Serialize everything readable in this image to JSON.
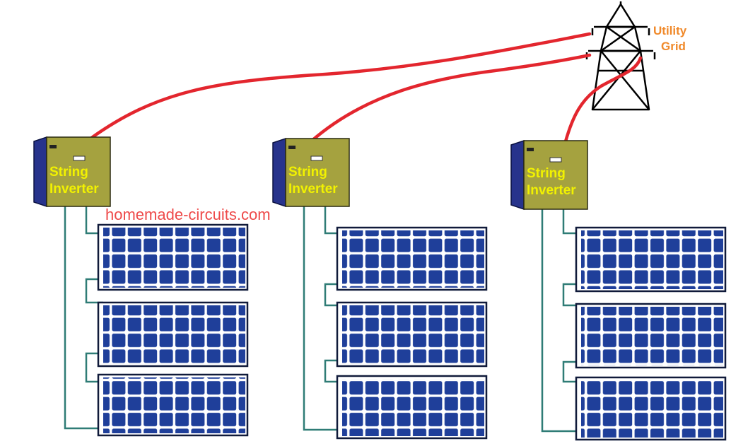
{
  "inverter": {
    "line1": "String",
    "line2": "Inverter"
  },
  "grid": {
    "line1": "Utility",
    "line2": "Grid"
  },
  "watermark": "homemade-circuits.com",
  "colors": {
    "ac_cable": "#e3262e",
    "dc_wire": "#2f7c76",
    "inverter_face": "#a5a23f",
    "inverter_side": "#27338c",
    "panel_cell": "#1f3f9a",
    "panel_frame": "#101a3a",
    "inverter_text": "#f2f200",
    "grid_text": "#f0892a",
    "watermark_text": "#ee4a4a"
  },
  "icons": [
    "transmission-tower-icon",
    "string-inverter-icon",
    "solar-panel-icon"
  ]
}
